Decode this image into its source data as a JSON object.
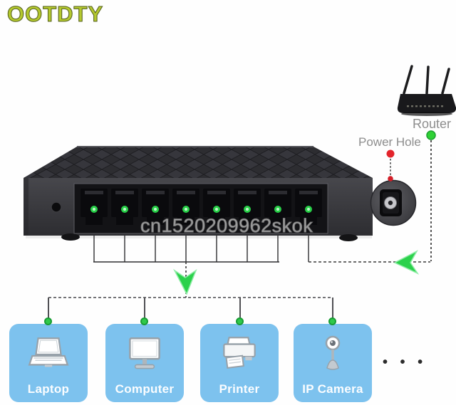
{
  "brand": {
    "logo_text": "OOTDTY",
    "logo_color": "#b5c92e"
  },
  "watermark": {
    "text": "cn1520209962skok"
  },
  "labels": {
    "router": "Router",
    "power_hole": "Power Hole"
  },
  "switch": {
    "ports": 8,
    "led_color": "#35e052",
    "description-visible": ""
  },
  "devices": [
    {
      "label": "Laptop",
      "icon": "laptop-icon"
    },
    {
      "label": "Computer",
      "icon": "computer-icon"
    },
    {
      "label": "Printer",
      "icon": "printer-icon"
    },
    {
      "label": "IP Camera",
      "icon": "ip-camera-icon"
    }
  ],
  "extras": {
    "ellipsis": "• • •"
  },
  "colors": {
    "device_box_blue": "#7dc2ee",
    "connector_green": "#2bd14b",
    "marker_red": "#e3242b",
    "annotation_gray": "#8d8d8d",
    "line_dark": "#3a3a3a"
  }
}
